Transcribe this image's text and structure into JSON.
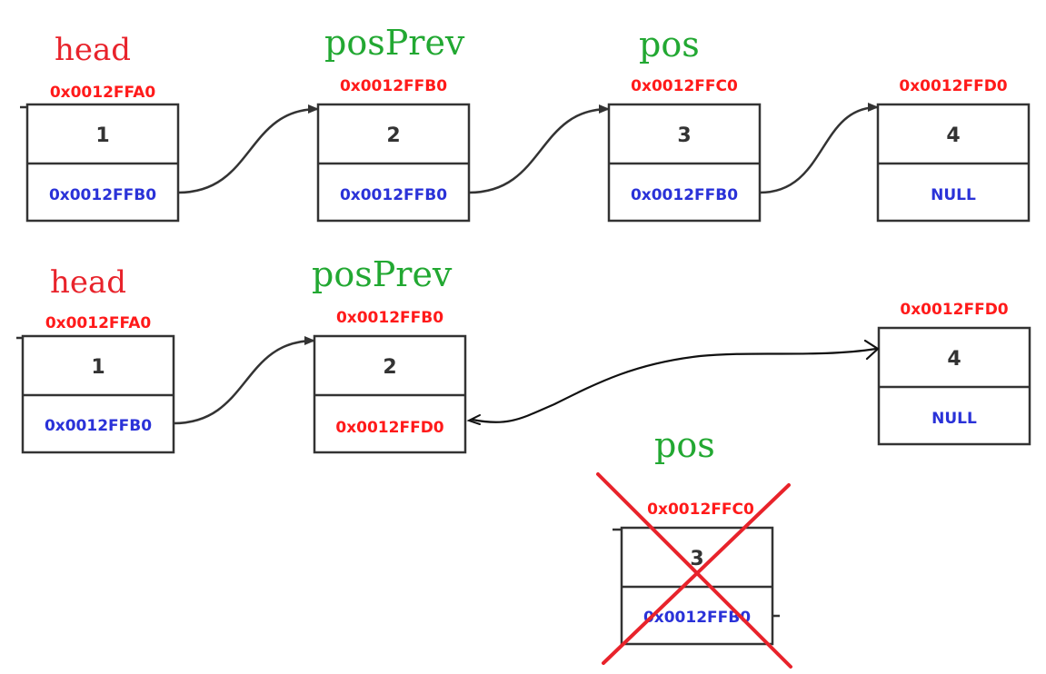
{
  "colors": {
    "pointer_label": "#e8232b",
    "var_label": "#22a832",
    "address": "#ff1a1a",
    "next_blue": "#2a32d8",
    "next_red": "#ff1a1a",
    "node_border": "#333333",
    "cross": "#e8232b"
  },
  "top_row": {
    "labels": {
      "head": "head",
      "posPrev": "posPrev",
      "pos": "pos"
    },
    "nodes": [
      {
        "address": "0x0012FFA0",
        "value": "1",
        "next": "0x0012FFB0"
      },
      {
        "address": "0x0012FFB0",
        "value": "2",
        "next": "0x0012FFB0"
      },
      {
        "address": "0x0012FFC0",
        "value": "3",
        "next": "0x0012FFB0"
      },
      {
        "address": "0x0012FFD0",
        "value": "4",
        "next": "NULL"
      }
    ]
  },
  "bottom_row": {
    "labels": {
      "head": "head",
      "posPrev": "posPrev",
      "pos": "pos"
    },
    "nodes": [
      {
        "address": "0x0012FFA0",
        "value": "1",
        "next": "0x0012FFB0"
      },
      {
        "address": "0x0012FFB0",
        "value": "2",
        "next": "0x0012FFD0"
      },
      {
        "address": "0x0012FFD0",
        "value": "4",
        "next": "NULL"
      }
    ],
    "deleted_node": {
      "address": "0x0012FFC0",
      "value": "3",
      "next": "0x0012FFB0"
    }
  }
}
